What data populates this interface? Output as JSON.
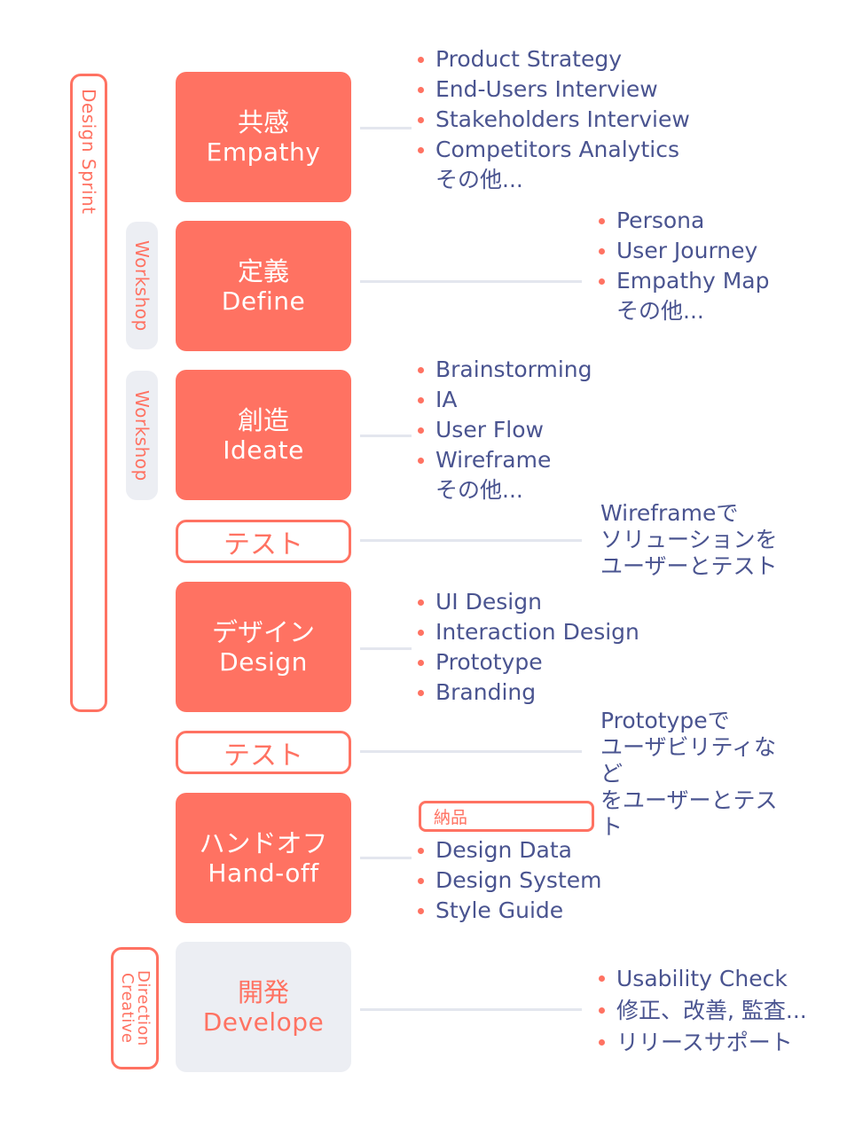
{
  "colors": {
    "accent": "#ff7262",
    "text": "#4a5490",
    "gray": "#eceef3",
    "connector": "#e3e6ee"
  },
  "side_labels": {
    "design_sprint": "Design Sprint",
    "workshop_1": "Workshop",
    "workshop_2": "Workshop",
    "creative_direction": [
      "Creative",
      "Direction"
    ]
  },
  "stages": [
    {
      "jp": "共感",
      "en": "Empathy",
      "items": [
        "Product Strategy",
        "End-Users Interview",
        "Stakeholders Interview",
        "Competitors Analytics"
      ],
      "more": "その他..."
    },
    {
      "jp": "定義",
      "en": "Define",
      "items": [
        "Persona",
        "User Journey",
        "Empathy Map"
      ],
      "more": "その他..."
    },
    {
      "jp": "創造",
      "en": "Ideate",
      "items": [
        "Brainstorming",
        "IA",
        "User Flow",
        "Wireframe"
      ],
      "more": "その他..."
    },
    {
      "label": "テスト",
      "note": [
        "Wireframeで",
        "ソリューションを",
        "ユーザーとテスト"
      ]
    },
    {
      "jp": "デザイン",
      "en": "Design",
      "items": [
        "UI Design",
        "Interaction Design",
        "Prototype",
        "Branding"
      ]
    },
    {
      "label": "テスト",
      "note": [
        "Prototypeで",
        "ユーザビリティな",
        "ど",
        "をユーザーとテス",
        "ト"
      ]
    },
    {
      "jp": "ハンドオフ",
      "en": "Hand-off",
      "tag": "納品",
      "items": [
        "Design Data",
        "Design System",
        "Style Guide"
      ]
    },
    {
      "jp": "開発",
      "en": "Develope",
      "items": [
        "Usability Check",
        "修正、改善, 監査...",
        "リリースサポート"
      ]
    }
  ]
}
